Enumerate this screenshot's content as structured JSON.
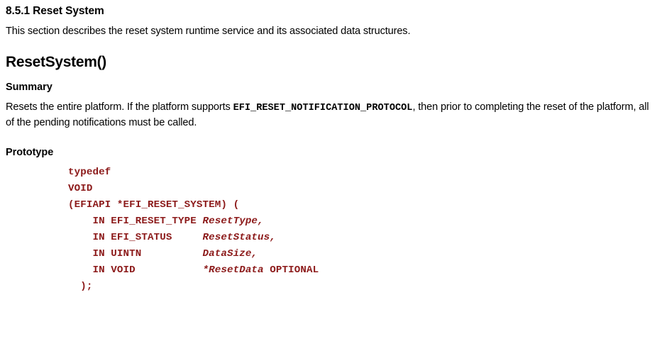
{
  "section": {
    "number_title": "8.5.1 Reset System",
    "intro": "This section describes the reset system runtime service and its associated data structures."
  },
  "api": {
    "title": "ResetSystem()",
    "summary_heading": "Summary",
    "summary_line1_before": "Resets the entire platform. If the platform supports ",
    "summary_inline_code": "EFI_RESET_NOTIFICATION_PROTOCOL",
    "summary_line1_after": ", then prior to completing the reset of the platform, all of the pending notifications must be called.",
    "prototype_heading": "Prototype"
  },
  "prototype": {
    "color": "#8c1a1a",
    "lines": [
      {
        "plain": "typedef"
      },
      {
        "plain": "VOID"
      },
      {
        "plain": "(EFIAPI *EFI_RESET_SYSTEM) ("
      },
      {
        "prefix": "    IN EFI_RESET_TYPE ",
        "param": "ResetType,",
        "suffix": ""
      },
      {
        "prefix": "    IN EFI_STATUS     ",
        "param": "ResetStatus,",
        "suffix": ""
      },
      {
        "prefix": "    IN UINTN          ",
        "param": "DataSize,",
        "suffix": ""
      },
      {
        "prefix": "    IN VOID           ",
        "param": "*ResetData",
        "suffix": " OPTIONAL"
      },
      {
        "plain": "  );"
      }
    ]
  }
}
